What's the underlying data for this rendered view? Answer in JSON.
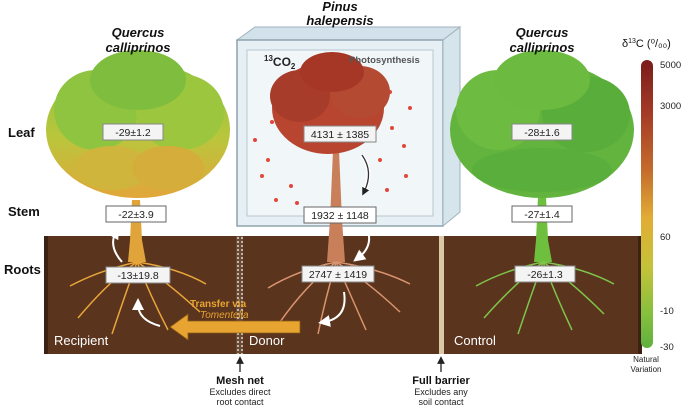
{
  "species": {
    "left_line1": "Quercus",
    "left_line2": "calliprinos",
    "center_line1": "Pinus",
    "center_line2": "halepensis",
    "right_line1": "Quercus",
    "right_line2": "calliprinos"
  },
  "row_labels": {
    "leaf": "Leaf",
    "stem": "Stem",
    "roots": "Roots"
  },
  "chamber": {
    "co2_label_sup": "13",
    "co2_label_main": "CO",
    "co2_label_sub": "2",
    "process": "Photosynthesis"
  },
  "values": {
    "recipient_leaf": "-29±1.2",
    "recipient_stem": "-22±3.9",
    "recipient_roots": "-13±19.8",
    "donor_leaf": "4131 ± 1385",
    "donor_stem": "1932 ± 1148",
    "donor_roots": "2747 ± 1419",
    "control_leaf": "-28±1.6",
    "control_stem": "-27±1.4",
    "control_roots": "-26±1.3"
  },
  "zones": {
    "recipient": "Recipient",
    "donor": "Donor",
    "control": "Control"
  },
  "transfer": {
    "line1": "Transfer via",
    "line2": "Tomentella"
  },
  "barriers": {
    "mesh_title": "Mesh net",
    "mesh_line1": "Excludes direct",
    "mesh_line2": "root contact",
    "full_title": "Full barrier",
    "full_line1": "Excludes any",
    "full_line2": "soil contact"
  },
  "colorbar": {
    "title_prefix": "δ",
    "title_sup": "13",
    "title_suffix": "C (⁰/₀₀)",
    "ticks": [
      "5000",
      "3000",
      "60",
      "-10",
      "-30"
    ],
    "bottom_line1": "Natural",
    "bottom_line2": "Variation",
    "colors": [
      "#7a1c1c",
      "#a33a26",
      "#c0622a",
      "#d9962f",
      "#e8b834",
      "#b7c13a",
      "#7fbf3f",
      "#5fb13f"
    ]
  }
}
